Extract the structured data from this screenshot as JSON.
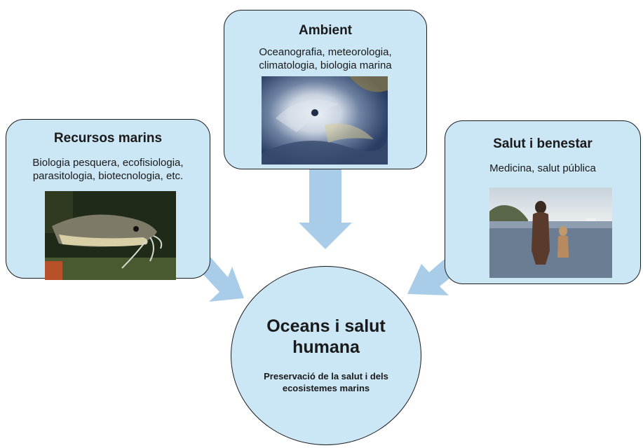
{
  "center": {
    "title": "Oceans i salut humana",
    "subtitle": "Preservació de la salut i dels ecosistemes marins"
  },
  "boxes": {
    "ambient": {
      "title": "Ambient",
      "description": "Oceanografia, meteorologia, climatologia, biologia marina",
      "image": "hurricane-satellite-image"
    },
    "recursos": {
      "title": "Recursos marins",
      "description": "Biologia pesquera, ecofisiologia, parasitologia, biotecnologia, etc.",
      "image": "catfish-underwater-image"
    },
    "salut": {
      "title": "Salut i benestar",
      "description": "Medicina, salut pública",
      "image": "people-in-sea-image"
    }
  },
  "colors": {
    "box_fill": "#cbe6f5",
    "arrow_fill": "#a9cde9",
    "border": "#1d1d1d"
  }
}
